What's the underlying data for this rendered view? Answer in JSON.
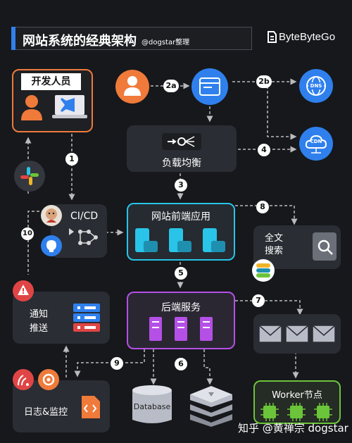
{
  "header": {
    "title": "网站系统的经典架构",
    "subtitle": "@dogstar整理",
    "brand": "ByteByteGo"
  },
  "nodes": {
    "developers": "开发人员",
    "load_balancer": "负载均衡",
    "cicd": "CI/CD",
    "web_frontend": "网站前端应用",
    "fulltext_search": "全文\n搜索",
    "notification": "通知\n推送",
    "backend": "后端服务",
    "logging": "日志&监控",
    "database": "Database",
    "worker": "Worker节点",
    "dns": "DNS",
    "cdn": "CDN"
  },
  "steps": [
    "1",
    "2a",
    "2b",
    "3",
    "4",
    "5",
    "6",
    "7",
    "8",
    "9",
    "10"
  ],
  "watermark": "知乎 @黄禅宗 dogstar",
  "colors": {
    "background": "#16181c",
    "panel": "#2a2d33",
    "accent_blue": "#2f80ed",
    "cyan": "#29c4e8",
    "purple": "#b550e6",
    "green": "#6bc43a",
    "orange": "#f07a3a",
    "red": "#e04545"
  }
}
